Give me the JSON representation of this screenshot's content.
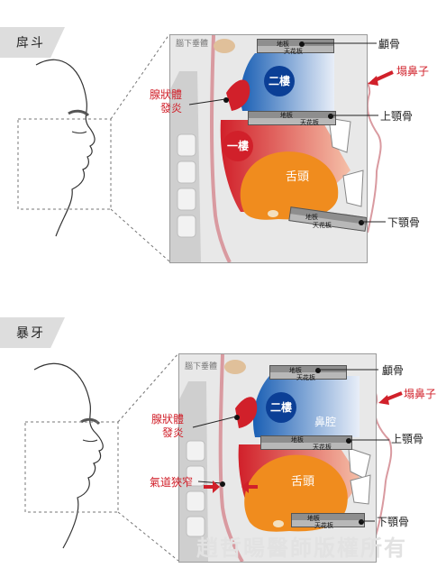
{
  "watermark": "趙哲暘醫師版權所有",
  "top": {
    "tag": "戽斗",
    "labels": {
      "pituitary": "腦下垂體",
      "adenoid": "腺狀體\n發炎",
      "second_floor": "二樓",
      "first_floor": "一樓",
      "tongue": "舌頭",
      "skull": "顱骨",
      "collapsed_nose": "塌鼻子",
      "maxilla": "上顎骨",
      "mandible": "下顎骨",
      "floor": "地板",
      "ceiling": "天花板"
    }
  },
  "bottom": {
    "tag": "暴牙",
    "labels": {
      "pituitary": "腦下垂體",
      "adenoid": "腺狀體\n發炎",
      "second_floor": "二樓",
      "nasal_cavity": "鼻腔",
      "tongue": "舌頭",
      "airway": "氣道狹窄",
      "skull": "顱骨",
      "collapsed_nose": "塌鼻子",
      "maxilla": "上顎骨",
      "mandible": "下顎骨",
      "floor": "地板",
      "ceiling": "天花板"
    }
  },
  "colors": {
    "accent": "#d1202a",
    "blue": "#1a5fb4",
    "orange": "#f08c1e"
  }
}
